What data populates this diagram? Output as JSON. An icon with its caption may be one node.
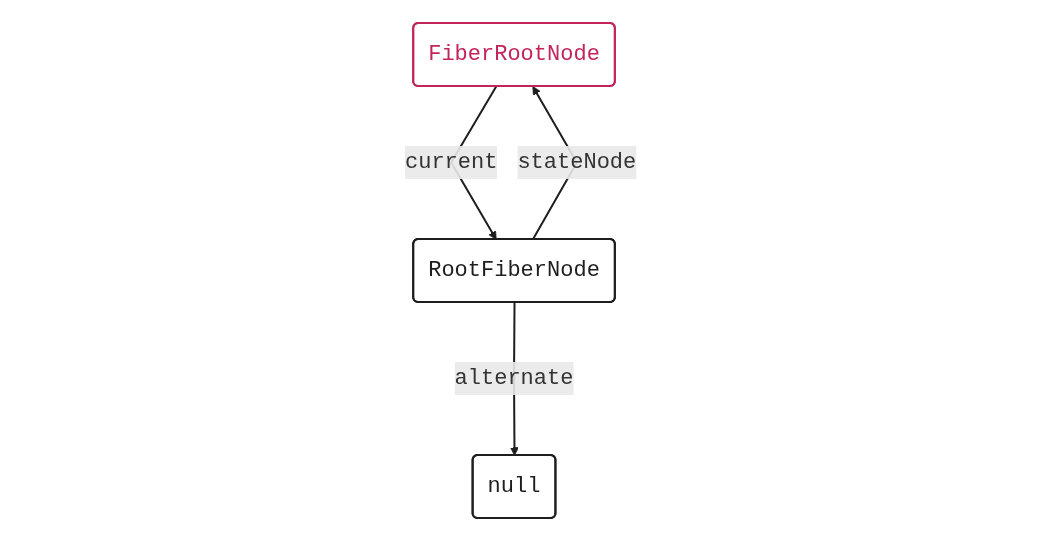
{
  "diagram": {
    "nodes": [
      {
        "text": [
          "FiberRootNode"
        ]
      },
      {
        "text": [
          "RootFiberNode"
        ]
      },
      {
        "text": [
          "null"
        ]
      }
    ],
    "edges": [
      {
        "from": 0,
        "to": 1,
        "arrow": "to",
        "label": "current"
      },
      {
        "from": 1,
        "to": 0,
        "arrow": "to",
        "label": "stateNode"
      },
      {
        "from": 1,
        "to": 2,
        "arrow": "to",
        "label": "alternate"
      }
    ]
  }
}
